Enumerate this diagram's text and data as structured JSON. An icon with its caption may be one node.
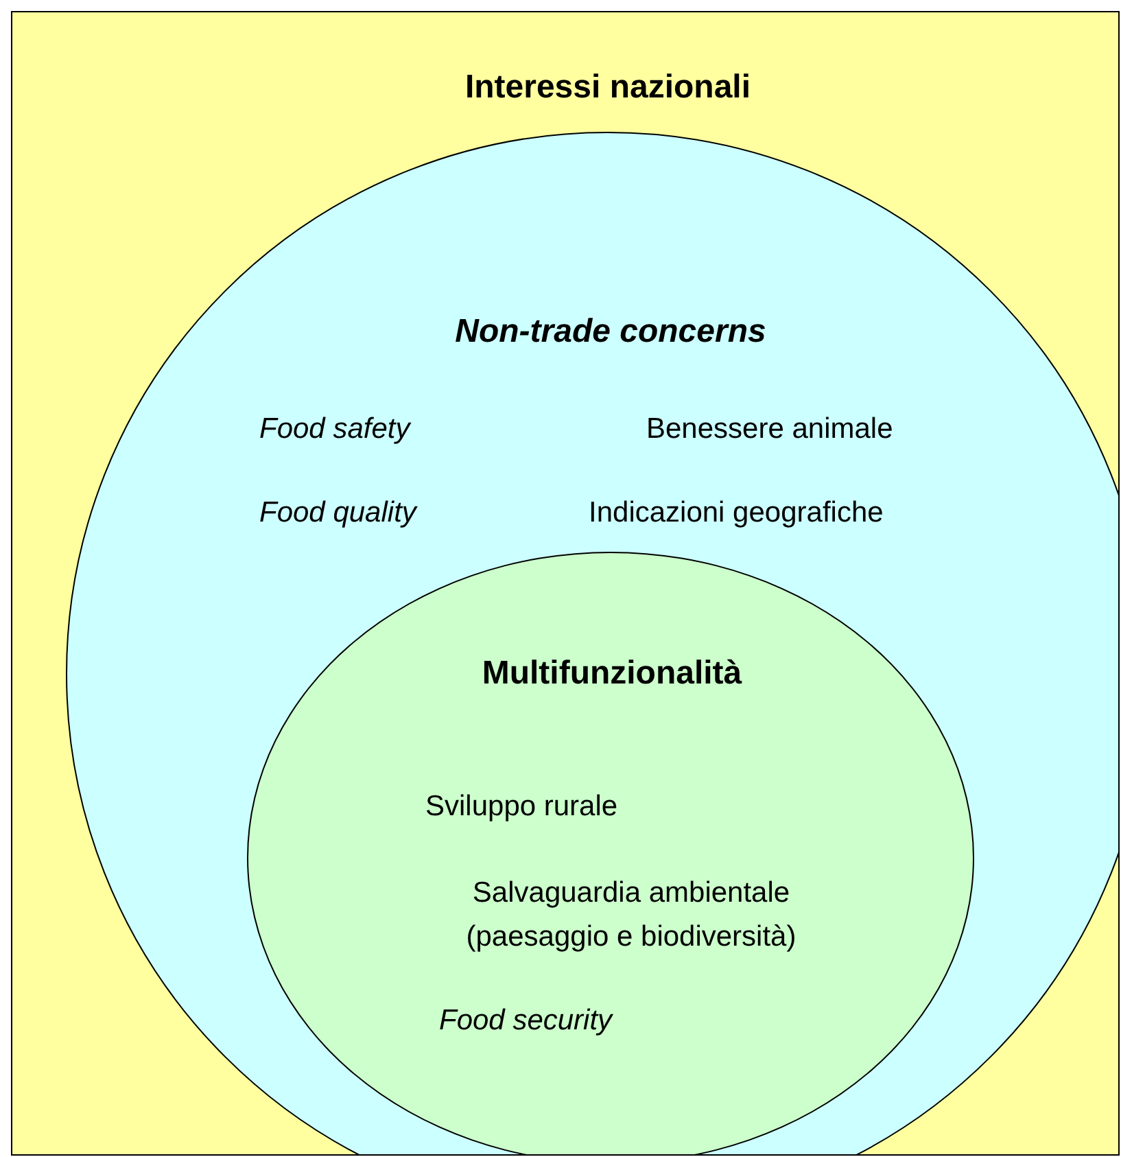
{
  "diagram": {
    "nodes": [
      {
        "text": [
          "Interessi nazionali"
        ]
      },
      {
        "text": [
          "Non-trade concerns",
          "Food safety",
          "Benessere animale",
          "Food quality",
          "Indicazioni geografiche"
        ],
        "in": 0
      },
      {
        "text": [
          "Multifunzionalità",
          "Sviluppo rurale",
          "Salvaguardia ambientale (paesaggio e biodiversità)",
          "Food security"
        ],
        "in": 1
      }
    ]
  }
}
